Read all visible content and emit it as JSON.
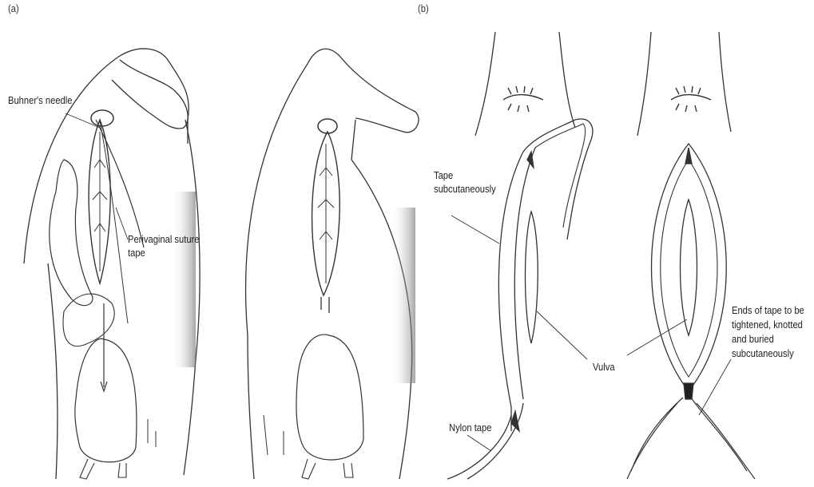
{
  "panels": {
    "a": "(a)",
    "b": "(b)"
  },
  "labels": {
    "buhners_needle": "Buhner's needle",
    "perivaginal_line1": "Perivaginal suture",
    "perivaginal_line2": "tape",
    "tape_line1": "Tape",
    "tape_line2": "subcutaneously",
    "vulva": "Vulva",
    "ends_line1": "Ends of tape to be",
    "ends_line2": "tightened, knotted",
    "ends_line3": "and buried",
    "ends_line4": "subcutaneously",
    "nylon_tape": "Nylon tape"
  }
}
